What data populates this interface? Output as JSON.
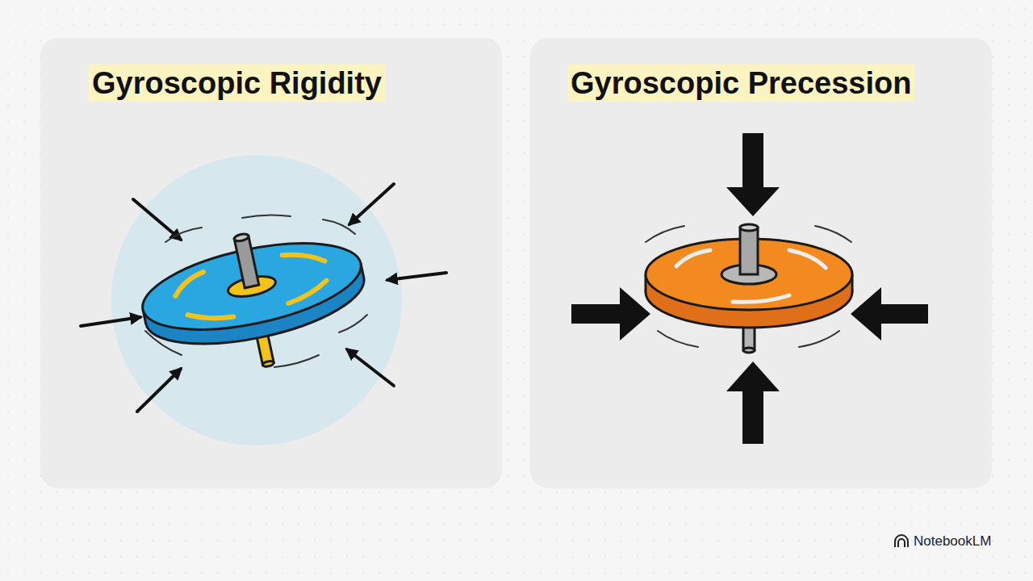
{
  "diagram": {
    "nodes": [
      {
        "text": [
          "Gyroscopic Rigidity"
        ]
      },
      {
        "text": [
          "Gyroscopic Precession"
        ]
      }
    ],
    "labels": [
      "NotebookLM"
    ]
  }
}
